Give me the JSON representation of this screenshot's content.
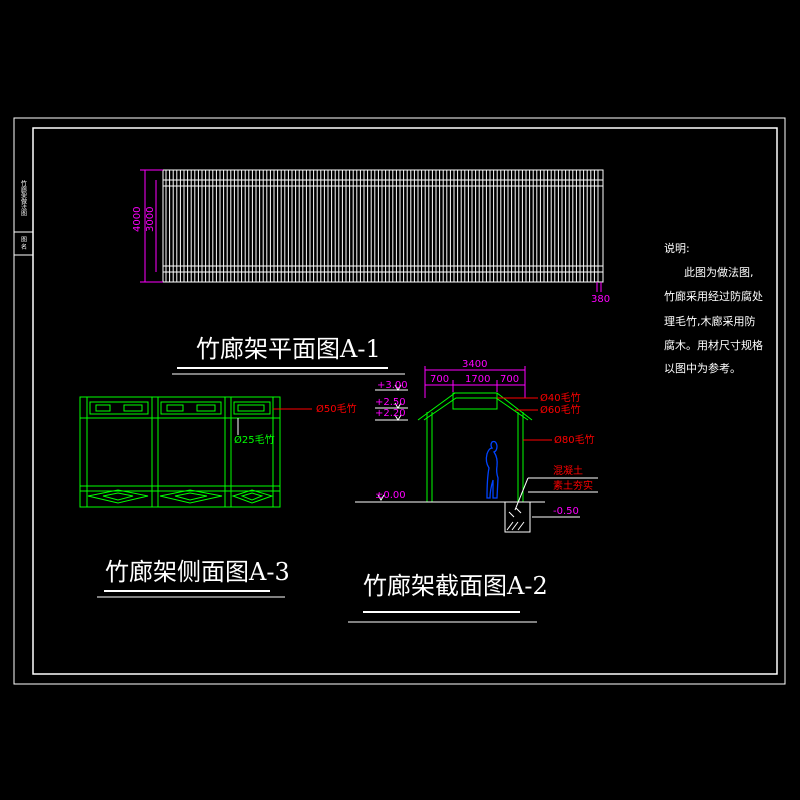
{
  "colors": {
    "background": "#000000",
    "frame": "#ffffff",
    "structure": "#00ff00",
    "dimension": "#ff00ff",
    "annotation": "#ff0000",
    "figure": "#0044ff"
  },
  "title_block": {
    "col1": "图 名",
    "col2": "竹廊架做法图"
  },
  "plan": {
    "title": "竹廊架平面图A-1",
    "dim_outer": "4000",
    "dim_inner": "3000",
    "dim_spacing": "380"
  },
  "side": {
    "title": "竹廊架侧面图A-3",
    "label_post": "Ø50毛竹",
    "label_rail": "Ø25毛竹"
  },
  "section": {
    "title": "竹廊架截面图A-2",
    "dim_total": "3400",
    "dim_left": "700",
    "dim_mid": "1700",
    "dim_right": "700",
    "elev_top": "+3.00",
    "elev_2": "+2.50",
    "elev_3": "+2.20",
    "elev_ground": "±0.00",
    "elev_footing": "-0.50",
    "label_ridge": "Ø40毛竹",
    "label_rafter": "Ø60毛竹",
    "label_post": "Ø80毛竹",
    "label_concrete": "混凝土",
    "label_soil": "素土夯实"
  },
  "notes": {
    "heading": "说明:",
    "lines": [
      "此图为做法图,",
      "竹廊采用经过防腐处",
      "理毛竹,木廊采用防",
      "腐木。用材尺寸规格",
      "以图中为参考。"
    ]
  }
}
